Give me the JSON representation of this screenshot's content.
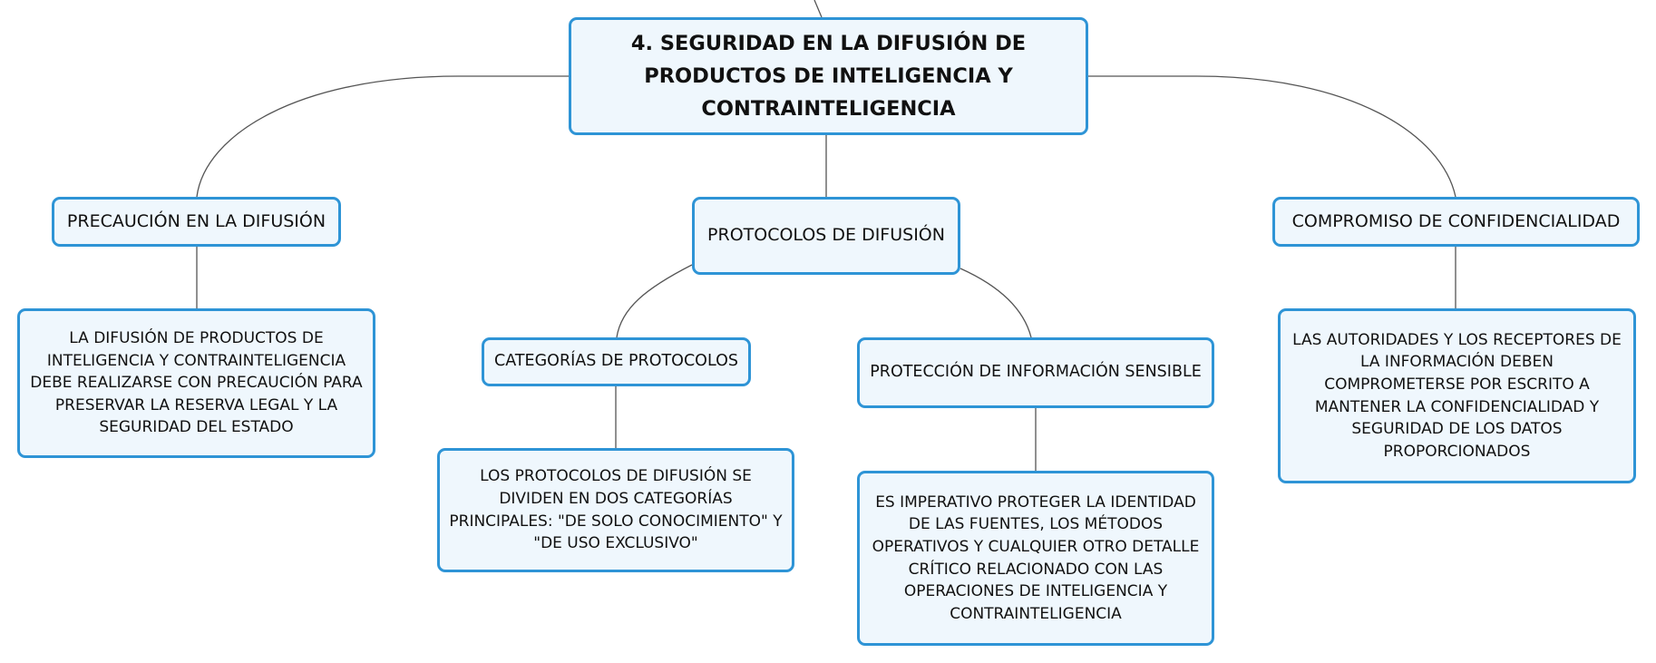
{
  "root": {
    "title": "4. SEGURIDAD EN LA DIFUSIÓN DE PRODUCTOS DE INTELIGENCIA Y CONTRAINTELIGENCIA"
  },
  "branches": {
    "precaucion": {
      "label": "PRECAUCIÓN EN LA DIFUSIÓN",
      "detail": "LA DIFUSIÓN DE PRODUCTOS DE INTELIGENCIA Y CONTRAINTELIGENCIA DEBE REALIZARSE CON PRECAUCIÓN PARA PRESERVAR LA RESERVA LEGAL Y LA SEGURIDAD DEL ESTADO"
    },
    "protocolos": {
      "label": "PROTOCOLOS DE DIFUSIÓN",
      "children": {
        "categorias": {
          "label": "CATEGORÍAS DE PROTOCOLOS",
          "detail": "LOS PROTOCOLOS DE DIFUSIÓN SE DIVIDEN EN DOS CATEGORÍAS PRINCIPALES: \"DE SOLO CONOCIMIENTO\" Y \"DE USO EXCLUSIVO\""
        },
        "proteccion": {
          "label": "PROTECCIÓN DE INFORMACIÓN SENSIBLE",
          "detail": "ES IMPERATIVO PROTEGER LA IDENTIDAD DE LAS FUENTES, LOS MÉTODOS OPERATIVOS Y CUALQUIER OTRO DETALLE CRÍTICO RELACIONADO CON LAS OPERACIONES DE INTELIGENCIA Y CONTRAINTELIGENCIA"
        }
      }
    },
    "compromiso": {
      "label": "COMPROMISO DE CONFIDENCIALIDAD",
      "detail": "LAS AUTORIDADES Y LOS RECEPTORES DE LA INFORMACIÓN DEBEN COMPROMETERSE POR ESCRITO A MANTENER LA CONFIDENCIALIDAD Y SEGURIDAD DE LOS DATOS PROPORCIONADOS"
    }
  }
}
